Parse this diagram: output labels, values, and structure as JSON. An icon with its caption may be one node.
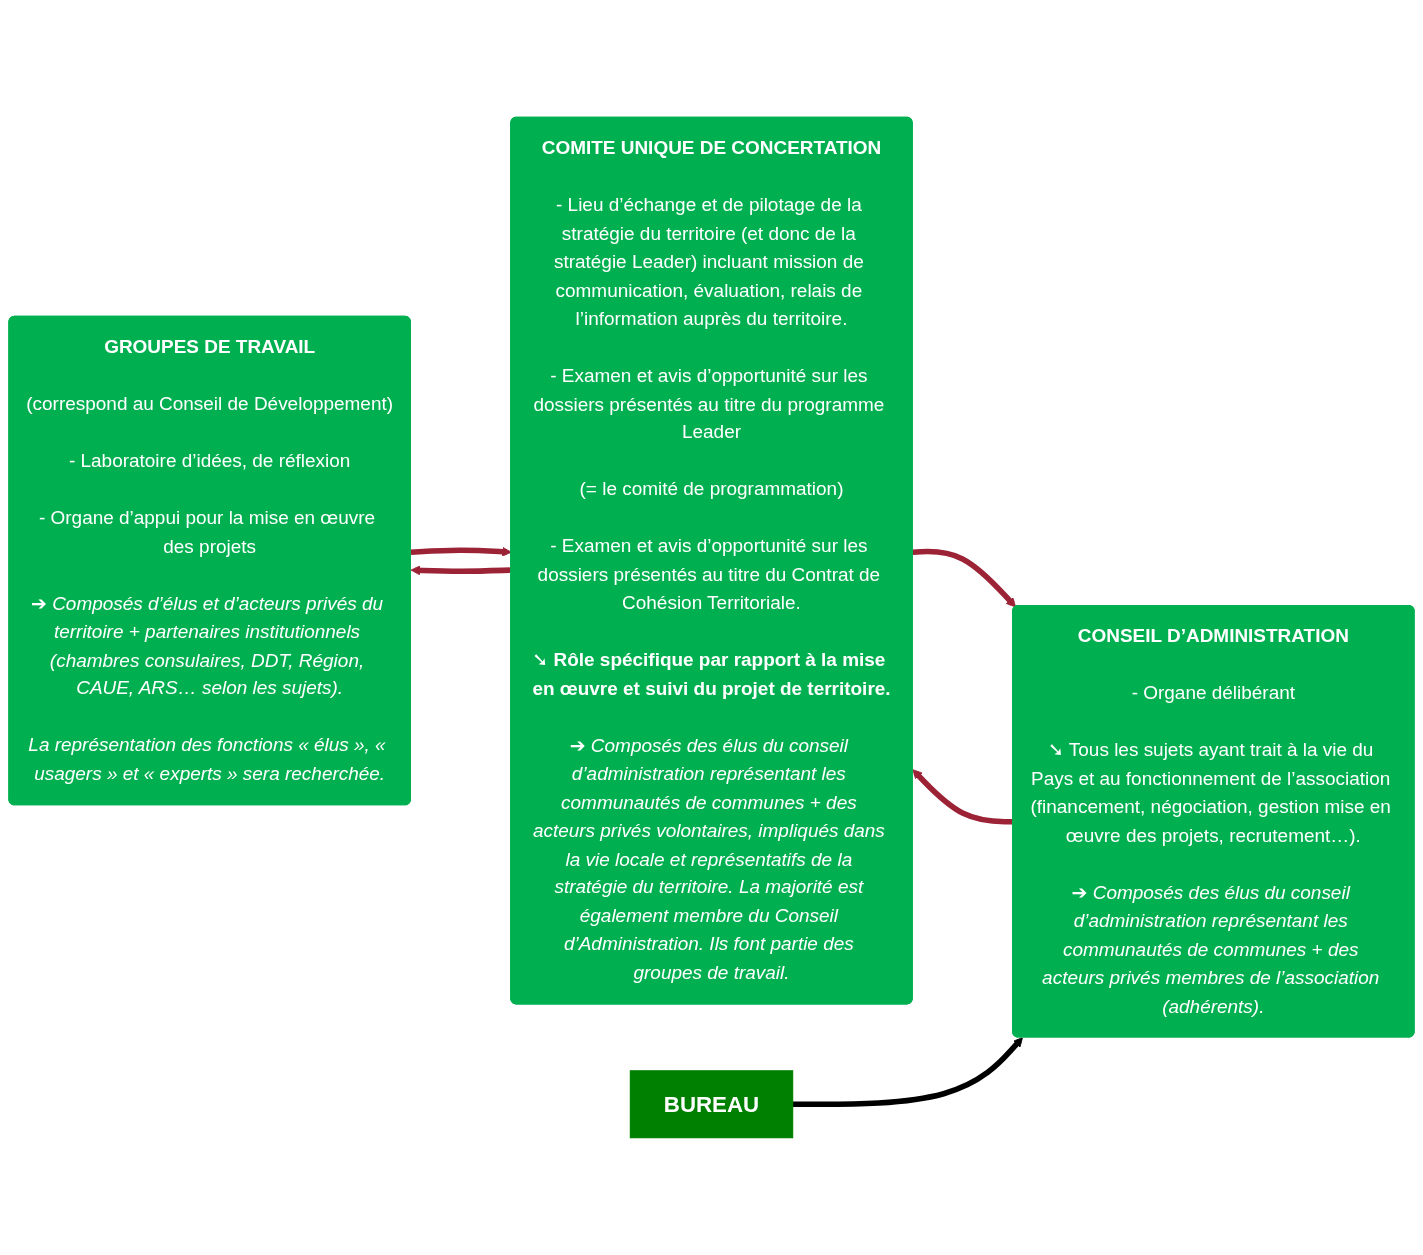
{
  "diagram": {
    "nodes": [
      {
        "text": [
          "GROUPES DE TRAVAIL",
          "(correspond au Conseil de Développement)",
          "- Laboratoire d’idées, de réflexion",
          "- Organe d’appui pour la mise en œuvre des projets",
          "➔ Composés d’élus et d’acteurs privés du territoire + partenaires institutionnels (chambres consulaires, DDT, Région, CAUE, ARS… selon les sujets).",
          "La représentation des fonctions « élus », « usagers » et « experts » sera recherchée."
        ]
      },
      {
        "text": [
          "COMITE UNIQUE DE CONCERTATION",
          "- Lieu d’échange et de pilotage de la stratégie du territoire (et donc de la stratégie Leader) incluant mission de communication, évaluation, relais de l’information auprès du territoire.",
          "- Examen et avis d’opportunité sur les dossiers présentés au titre du programme Leader",
          "(= le comité de programmation)",
          "- Examen et avis d’opportunité sur les dossiers présentés au titre du Contrat de Cohésion Territoriale.",
          "➘ Rôle spécifique par rapport à la mise en œuvre et suivi du projet de territoire.",
          "➔ Composés des élus du conseil d’administration représentant les communautés de communes + des acteurs privés volontaires, impliqués dans la vie locale et représentatifs de la stratégie du territoire. La majorité est également membre du Conseil d’Administration. Ils font partie des groupes de travail."
        ]
      },
      {
        "text": [
          "CONSEIL D’ADMINISTRATION",
          "- Organe délibérant",
          "➘ Tous les sujets ayant trait à la vie du Pays et au fonctionnement de l’association (financement, négociation, gestion mise en œuvre des projets, recrutement…).",
          "➔ Composés des élus du conseil d’administration représentant les communautés de communes + des acteurs privés membres de l’association (adhérents)."
        ]
      },
      {
        "text": [
          "BUREAU"
        ]
      }
    ],
    "edges": [
      {
        "from": 0,
        "to": 1,
        "arrow": "to"
      },
      {
        "from": 1,
        "to": 2,
        "arrow": "to"
      },
      {
        "from": 3,
        "to": 2,
        "arrow": "to",
        "color": "#000000"
      },
      {
        "from": 2,
        "to": 1,
        "arrow": "to"
      },
      {
        "from": 1,
        "to": 0,
        "arrow": "to"
      }
    ]
  }
}
